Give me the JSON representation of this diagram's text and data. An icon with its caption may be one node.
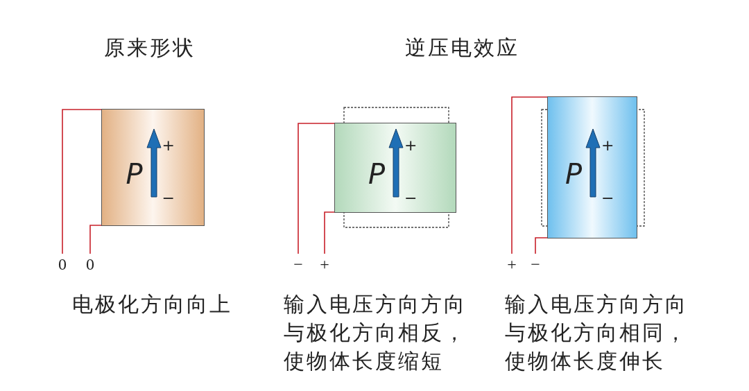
{
  "diagram": {
    "nodes": [
      {
        "text": [
          "P",
          "+",
          "−"
        ]
      },
      {
        "text": [
          "P",
          "+",
          "−"
        ]
      },
      {
        "text": [
          "P",
          "+",
          "−"
        ]
      },
      {
        "text": [
          "0"
        ]
      },
      {
        "text": [
          "0"
        ]
      },
      {
        "text": [
          "−"
        ]
      },
      {
        "text": [
          "+"
        ]
      },
      {
        "text": [
          "+"
        ]
      },
      {
        "text": [
          "−"
        ]
      }
    ],
    "edges": [
      {
        "from": 0,
        "to": 3,
        "arrow": "none"
      },
      {
        "from": 0,
        "to": 4,
        "arrow": "none"
      },
      {
        "from": 1,
        "to": 5,
        "arrow": "none"
      },
      {
        "from": 1,
        "to": 6,
        "arrow": "none"
      },
      {
        "from": 2,
        "to": 7,
        "arrow": "none"
      },
      {
        "from": 2,
        "to": 8,
        "arrow": "none"
      }
    ],
    "labels": [
      "原来形状",
      "逆压电效应",
      "电极化方向向上",
      "输入电压方向方向与极化方向相反，使物体长度缩短",
      "输入电压方向方向与极化方向相同，使物体长度伸长"
    ]
  }
}
